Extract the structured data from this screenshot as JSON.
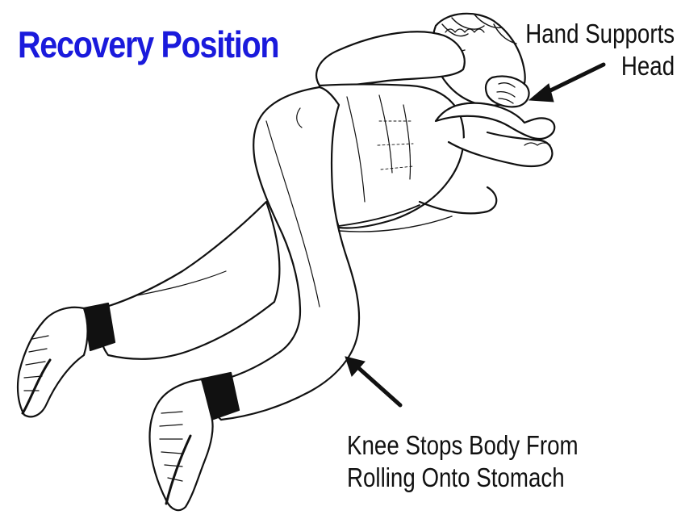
{
  "title": "Recovery Position",
  "colors": {
    "title": "#1a1adc",
    "ink": "#111111"
  },
  "annotations": {
    "hand": {
      "line1": "Hand Supports",
      "line2": "Head"
    },
    "knee": {
      "line1": "Knee Stops Body From",
      "line2": "Rolling Onto Stomach"
    }
  }
}
